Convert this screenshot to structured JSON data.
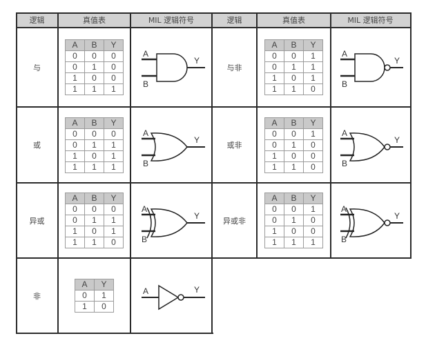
{
  "headers": {
    "logic": "逻辑",
    "truth_table": "真值表",
    "symbol": "MIL 逻辑符号"
  },
  "gates": {
    "and": {
      "name": "与",
      "cols": [
        "A",
        "B",
        "Y"
      ],
      "rows": [
        [
          "0",
          "0",
          "0"
        ],
        [
          "0",
          "1",
          "0"
        ],
        [
          "1",
          "0",
          "0"
        ],
        [
          "1",
          "1",
          "1"
        ]
      ],
      "in_a": "A",
      "in_b": "B",
      "out": "Y"
    },
    "nand": {
      "name": "与非",
      "cols": [
        "A",
        "B",
        "Y"
      ],
      "rows": [
        [
          "0",
          "0",
          "1"
        ],
        [
          "0",
          "1",
          "1"
        ],
        [
          "1",
          "0",
          "1"
        ],
        [
          "1",
          "1",
          "0"
        ]
      ],
      "in_a": "A",
      "in_b": "B",
      "out": "Y"
    },
    "or": {
      "name": "或",
      "cols": [
        "A",
        "B",
        "Y"
      ],
      "rows": [
        [
          "0",
          "0",
          "0"
        ],
        [
          "0",
          "1",
          "1"
        ],
        [
          "1",
          "0",
          "1"
        ],
        [
          "1",
          "1",
          "1"
        ]
      ],
      "in_a": "A",
      "in_b": "B",
      "out": "Y"
    },
    "nor": {
      "name": "或非",
      "cols": [
        "A",
        "B",
        "Y"
      ],
      "rows": [
        [
          "0",
          "0",
          "1"
        ],
        [
          "0",
          "1",
          "0"
        ],
        [
          "1",
          "0",
          "0"
        ],
        [
          "1",
          "1",
          "0"
        ]
      ],
      "in_a": "A",
      "in_b": "B",
      "out": "Y"
    },
    "xor": {
      "name": "异或",
      "cols": [
        "A",
        "B",
        "Y"
      ],
      "rows": [
        [
          "0",
          "0",
          "0"
        ],
        [
          "0",
          "1",
          "1"
        ],
        [
          "1",
          "0",
          "1"
        ],
        [
          "1",
          "1",
          "0"
        ]
      ],
      "in_a": "A",
      "in_b": "B",
      "out": "Y"
    },
    "xnor": {
      "name": "异或非",
      "cols": [
        "A",
        "B",
        "Y"
      ],
      "rows": [
        [
          "0",
          "0",
          "1"
        ],
        [
          "0",
          "1",
          "0"
        ],
        [
          "1",
          "0",
          "0"
        ],
        [
          "1",
          "1",
          "1"
        ]
      ],
      "in_a": "A",
      "in_b": "B",
      "out": "Y"
    },
    "not": {
      "name": "非",
      "cols": [
        "A",
        "Y"
      ],
      "rows": [
        [
          "0",
          "1"
        ],
        [
          "1",
          "0"
        ]
      ],
      "in_a": "A",
      "out": "Y"
    }
  },
  "colors": {
    "grid_line": "#2a2a2a",
    "header_bg": "#d2d2d2",
    "tt_header_bg": "#c9c9c9",
    "tt_border": "#9a9a9a"
  }
}
